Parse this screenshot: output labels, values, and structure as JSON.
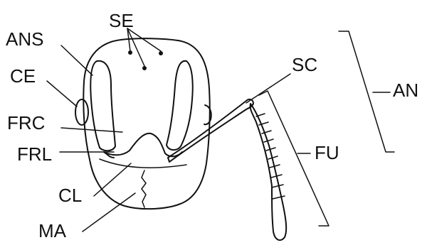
{
  "figure": {
    "labels": {
      "se": "SE",
      "ans": "ANS",
      "ce": "CE",
      "frc": "FRC",
      "frl": "FRL",
      "cl": "CL",
      "ma": "MA",
      "sc": "SC",
      "an": "AN",
      "fu": "FU"
    },
    "colors": {
      "ink": "#111111",
      "background": "#ffffff"
    }
  }
}
